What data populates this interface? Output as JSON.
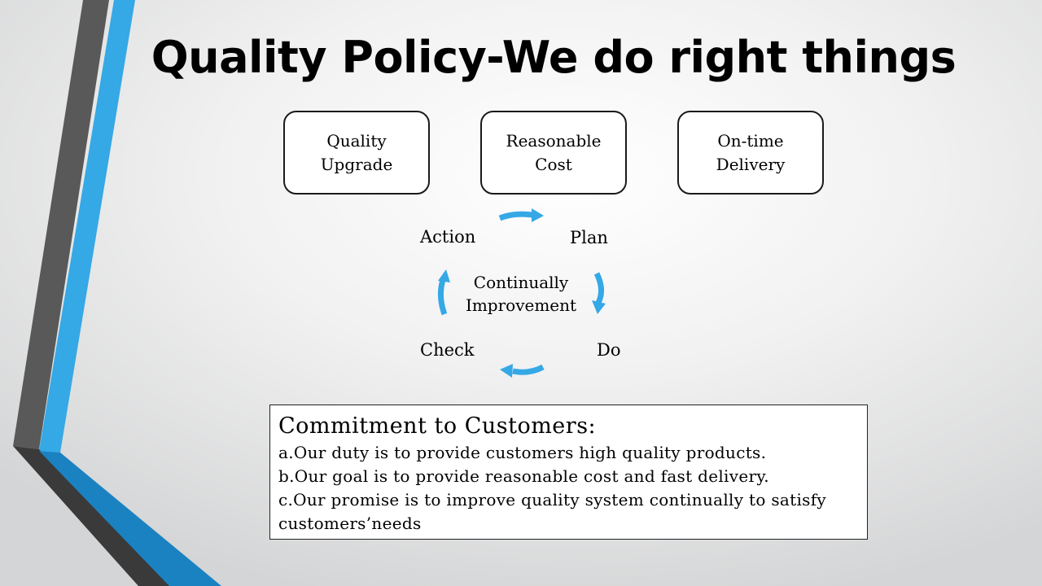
{
  "title": "Quality Policy-We do right things",
  "pillars": [
    {
      "line1": "Quality",
      "line2": "Upgrade"
    },
    {
      "line1": "Reasonable",
      "line2": "Cost"
    },
    {
      "line1": "On-time",
      "line2": "Delivery"
    }
  ],
  "cycle": {
    "steps": [
      "Action",
      "Plan",
      "Do",
      "Check"
    ],
    "center_line1": "Continually",
    "center_line2": "Improvement",
    "arrow_color": "#35a8e6"
  },
  "commitment": {
    "title": "Commitment to Customers:",
    "lines": [
      "a.Our duty is to provide customers high quality products.",
      "b.Our goal is to provide reasonable cost and fast delivery.",
      "c.Our promise is to improve quality system continually to satisfy customers’needs"
    ]
  },
  "colors": {
    "accent_blue": "#35a8e6",
    "dark_blue": "#1b82c2",
    "stripe_gray": "#555555",
    "stripe_dark": "#3a3a3a"
  }
}
